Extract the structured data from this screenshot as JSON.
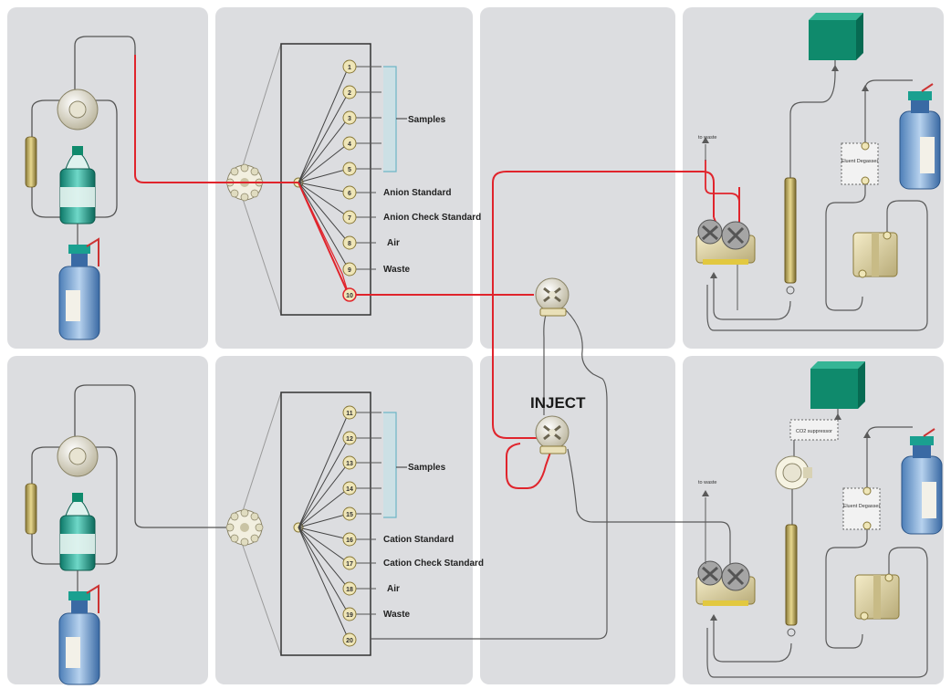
{
  "inject_label": "INJECT",
  "top_selector": {
    "ports": [
      "1",
      "2",
      "3",
      "4",
      "5",
      "6",
      "7",
      "8",
      "9",
      "10"
    ],
    "samples_label": "Samples",
    "labels": {
      "p6": "Anion Standard",
      "p7": "Anion Check Standard",
      "p8": "Air",
      "p9": "Waste"
    }
  },
  "bottom_selector": {
    "ports": [
      "11",
      "12",
      "13",
      "14",
      "15",
      "16",
      "17",
      "18",
      "19",
      "20"
    ],
    "samples_label": "Samples",
    "labels": {
      "p16": "Cation Standard",
      "p17": "Cation Check Standard",
      "p18": "Air",
      "p19": "Waste"
    }
  },
  "top_system": {
    "waste_label": "to waste",
    "degasser_label": "Eluent Degasser"
  },
  "bottom_system": {
    "waste_label": "to waste",
    "degasser_label": "Eluent Degasser",
    "co2_label": "CO2 suppressor"
  },
  "colors": {
    "panel": "#dcdde0",
    "red_line": "#e0242c",
    "gray_line": "#5a5a5a",
    "green_box": "#0f8a6c",
    "teal": "#2ab0a0"
  }
}
